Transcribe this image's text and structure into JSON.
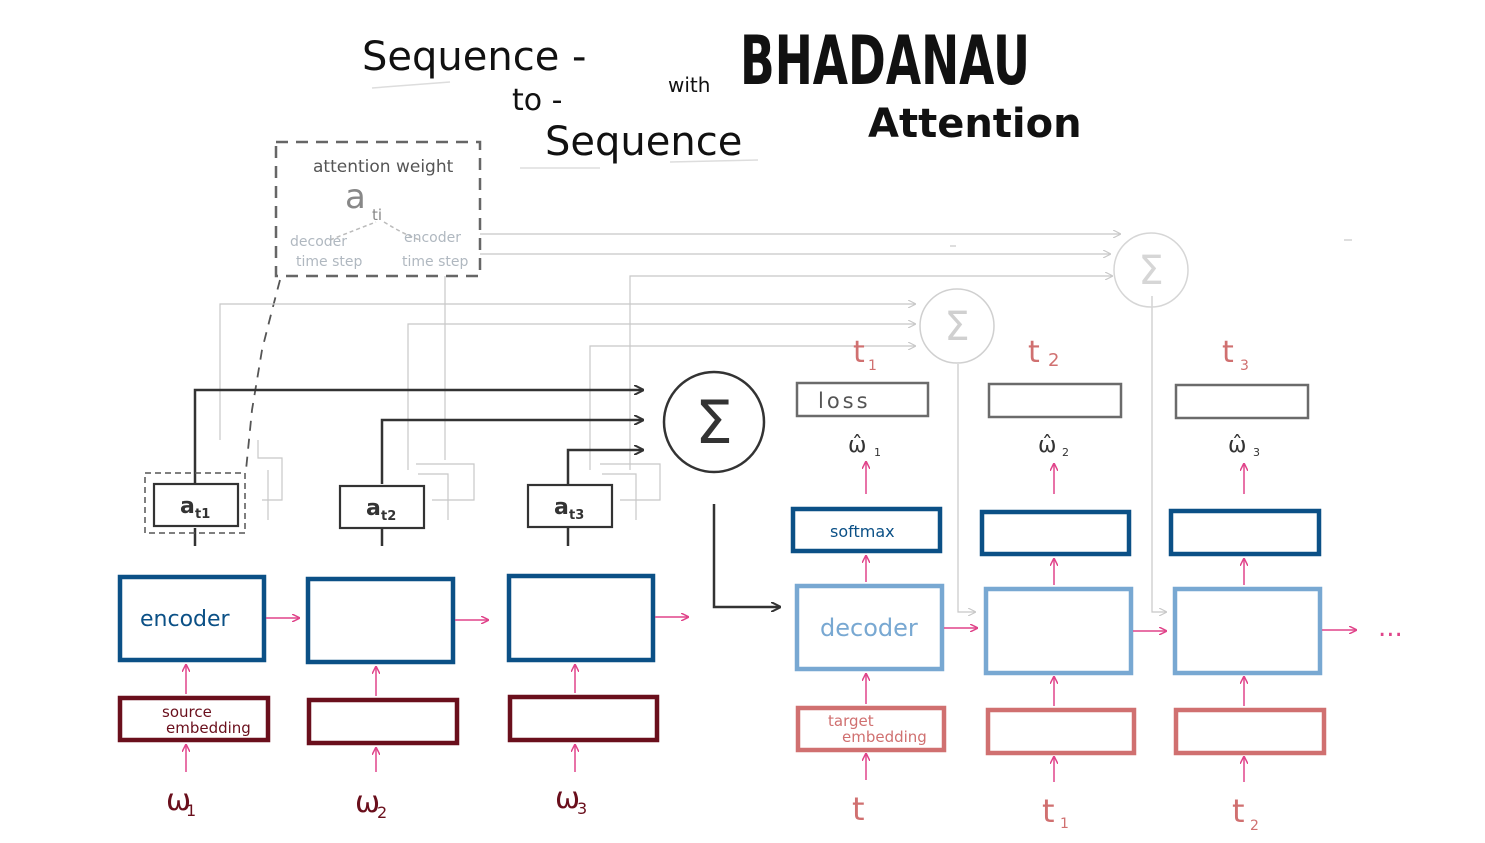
{
  "title": {
    "line1": "Sequence -",
    "line2": "to -",
    "line3": "Sequence",
    "with": "with",
    "name": "BHADANAU",
    "attention": "Attention"
  },
  "legend": {
    "title": "attention weight",
    "symbol": "a",
    "subscript": "ti",
    "decoder": "decoder",
    "encoder": "encoder",
    "time_step": "time step"
  },
  "attention_boxes": [
    {
      "main": "a",
      "sub": "t1"
    },
    {
      "main": "a",
      "sub": "t2"
    },
    {
      "main": "a",
      "sub": "t3"
    }
  ],
  "sum_symbol": "Σ",
  "encoder": {
    "label": "encoder",
    "embedding_line1": "source",
    "embedding_line2": "embedding",
    "inputs": [
      {
        "main": "ω",
        "sub": "1"
      },
      {
        "main": "ω",
        "sub": "2"
      },
      {
        "main": "ω",
        "sub": "3"
      }
    ]
  },
  "decoder": {
    "label": "decoder",
    "softmax": "softmax",
    "loss": "loss",
    "embedding_line1": "target",
    "embedding_line2": "embedding",
    "timesteps": [
      {
        "main": "t",
        "sub": "1"
      },
      {
        "main": "t",
        "sub": "2"
      },
      {
        "main": "t",
        "sub": "3"
      }
    ],
    "outputs": [
      {
        "main": "ω̂",
        "sub": "1"
      },
      {
        "main": "ω̂",
        "sub": "2"
      },
      {
        "main": "ω̂",
        "sub": "3"
      }
    ],
    "inputs": [
      {
        "main": "t",
        "sub": ""
      },
      {
        "main": "t",
        "sub": "1"
      },
      {
        "main": "t",
        "sub": "2"
      }
    ],
    "ellipsis": "..."
  },
  "colors": {
    "encoder": "#0b5086",
    "decoder": "#78a8d2",
    "source_embedding": "#6a0f1c",
    "target_embedding": "#d07070",
    "arrow_pink": "#e0448a",
    "attention": "#333333",
    "faint": "#c8c8c8"
  }
}
